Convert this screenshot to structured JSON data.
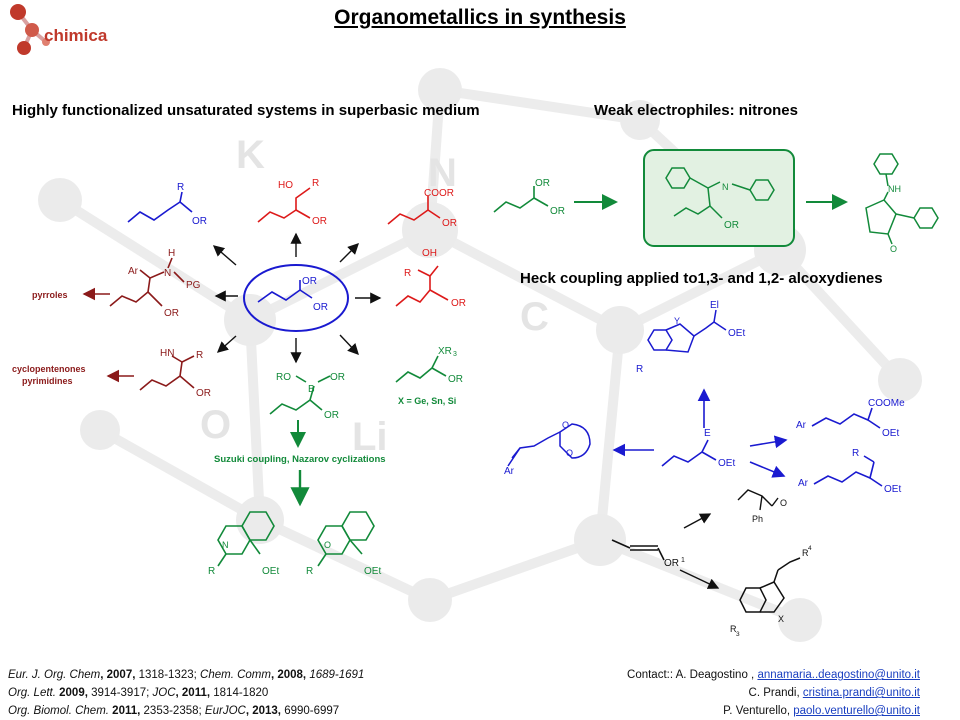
{
  "header": {
    "title": "Organometallics in synthesis",
    "logo_text": "chimica"
  },
  "sections": {
    "left_title": "Highly functionalized unsaturated systems in superbasic medium",
    "nitrone_title": "Weak electrophiles: nitrones",
    "heck_title": "Heck coupling applied to1,3- and 1,2- alcoxydienes"
  },
  "labels": {
    "pyrroles": "pyrroles",
    "cyclopentenones": "cyclopentenones",
    "pyrimidines": "pyrimidines",
    "suzuki": "Suzuki coupling, Nazarov cyclizations",
    "x_eq": "X = Ge, Sn, Si",
    "R": "R",
    "OR": "OR",
    "HO": "HO",
    "OH": "OH",
    "COOR": "COOR",
    "H": "H",
    "N": "N",
    "Ar": "Ar",
    "PG": "PG",
    "HN": "HN",
    "RO": "RO",
    "B": "B",
    "XR3": "XR",
    "sub3": "3",
    "OEt": "OEt",
    "O": "O",
    "NH": "NH",
    "E": "E",
    "El": "El",
    "Y": "Y",
    "COOMe": "COOMe",
    "Ph": "Ph",
    "OR1": "OR",
    "sup1": "1",
    "R4": "R",
    "sup4": "4",
    "X": "X",
    "R3": "R",
    "sub3b": "3"
  },
  "background_letters": [
    "K",
    "N",
    "O",
    "Li",
    "C"
  ],
  "references": [
    {
      "j1": "Eur. J. Org. Chem",
      "y1": ", 2007,",
      "p1": "  1318-1323;  ",
      "j2": "Chem. Comm",
      "y2": ", 2008,",
      "p2": " 1689-1691"
    },
    {
      "j1": "Org. Lett.",
      "y1": " 2009,",
      "p1": " 3914-3917;  ",
      "j2": "JOC",
      "y2": ", 2011,",
      "p2": " 1814-1820"
    },
    {
      "j1": "Org. Biomol. Chem.",
      "y1": " 2011,",
      "p1": " 2353-2358;  ",
      "j2": "EurJOC",
      "y2": ", 2013,",
      "p2": " 6990-6997"
    }
  ],
  "contacts": [
    {
      "prefix": "Contact:: A. Deagostino , ",
      "email": "annamaria..deagostino@unito.it"
    },
    {
      "prefix": "C. Prandi, ",
      "email": "cristina.prandi@unito.it"
    },
    {
      "prefix": "P. Venturello, ",
      "email": "paolo.venturello@unito.it"
    }
  ],
  "colors": {
    "red": "#dd1a1a",
    "blue": "#1a1ad0",
    "green": "#128a3a",
    "darkred": "#8b1a1a",
    "box_bg": "#e2f1e2",
    "logo": "#c0392b"
  }
}
